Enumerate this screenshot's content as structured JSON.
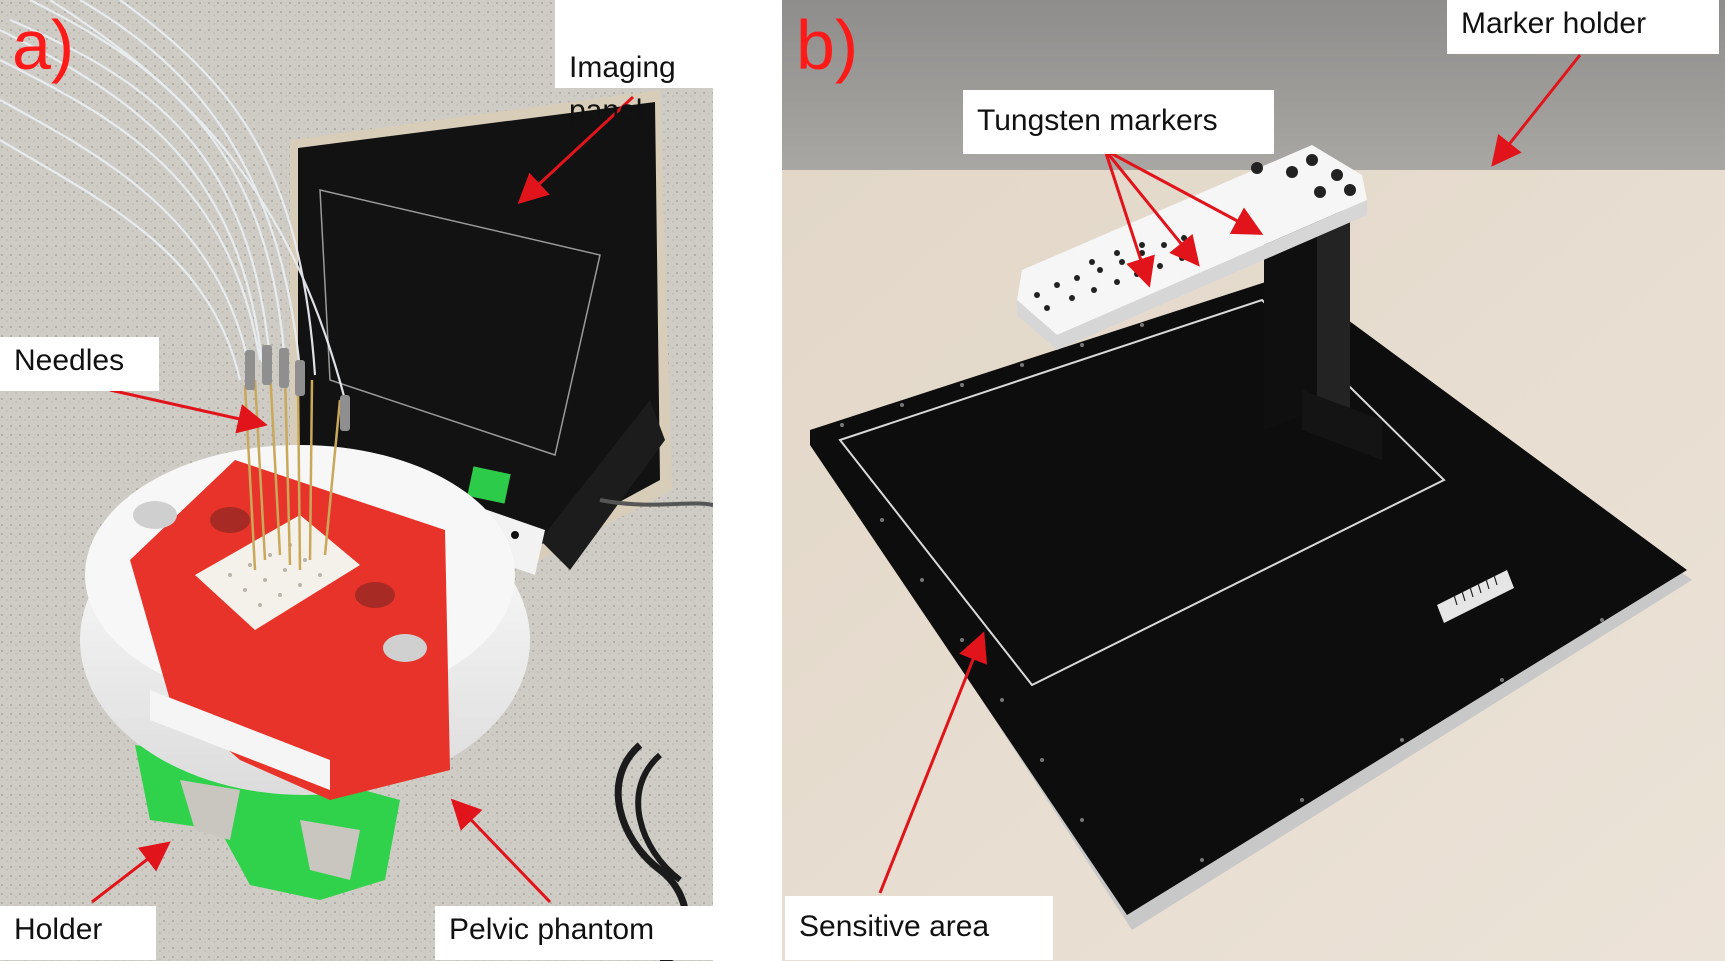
{
  "panel_a": {
    "letter": "a)",
    "labels": {
      "imaging_panel": "Imaging\npanel",
      "needles": "Needles",
      "holder": "Holder",
      "pelvic_phantom": "Pelvic phantom"
    }
  },
  "panel_b": {
    "letter": "b)",
    "labels": {
      "marker_holder": "Marker holder",
      "tungsten_markers": "Tungsten markers",
      "sensitive_area": "Sensitive area"
    }
  },
  "colors": {
    "arrow": "#e0141a",
    "letter": "#ff1a1a"
  }
}
